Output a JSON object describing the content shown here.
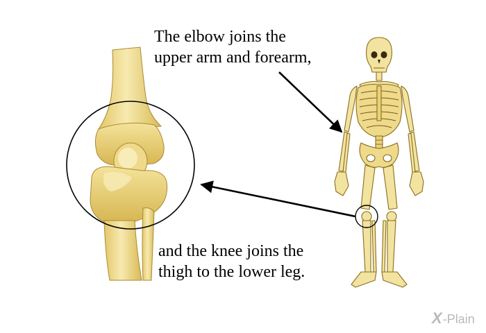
{
  "captions": {
    "elbow": [
      "The elbow joins the",
      "upper arm and forearm,"
    ],
    "knee": [
      "and the knee joins the",
      "thigh to the lower leg."
    ]
  },
  "logo": {
    "mark": "X",
    "text": "-Plain"
  },
  "colors": {
    "bone_fill": "#f5e6a6",
    "bone_mid": "#e8d27a",
    "bone_shadow": "#c9a94a",
    "bone_outline": "#8a6d1e",
    "line": "#000000",
    "logo": "#b9b9b9"
  },
  "icons": [
    "knee-joint-illustration",
    "skeleton-illustration",
    "elbow-arrow",
    "knee-arrow",
    "magnifier-circle",
    "xplain-logo"
  ]
}
